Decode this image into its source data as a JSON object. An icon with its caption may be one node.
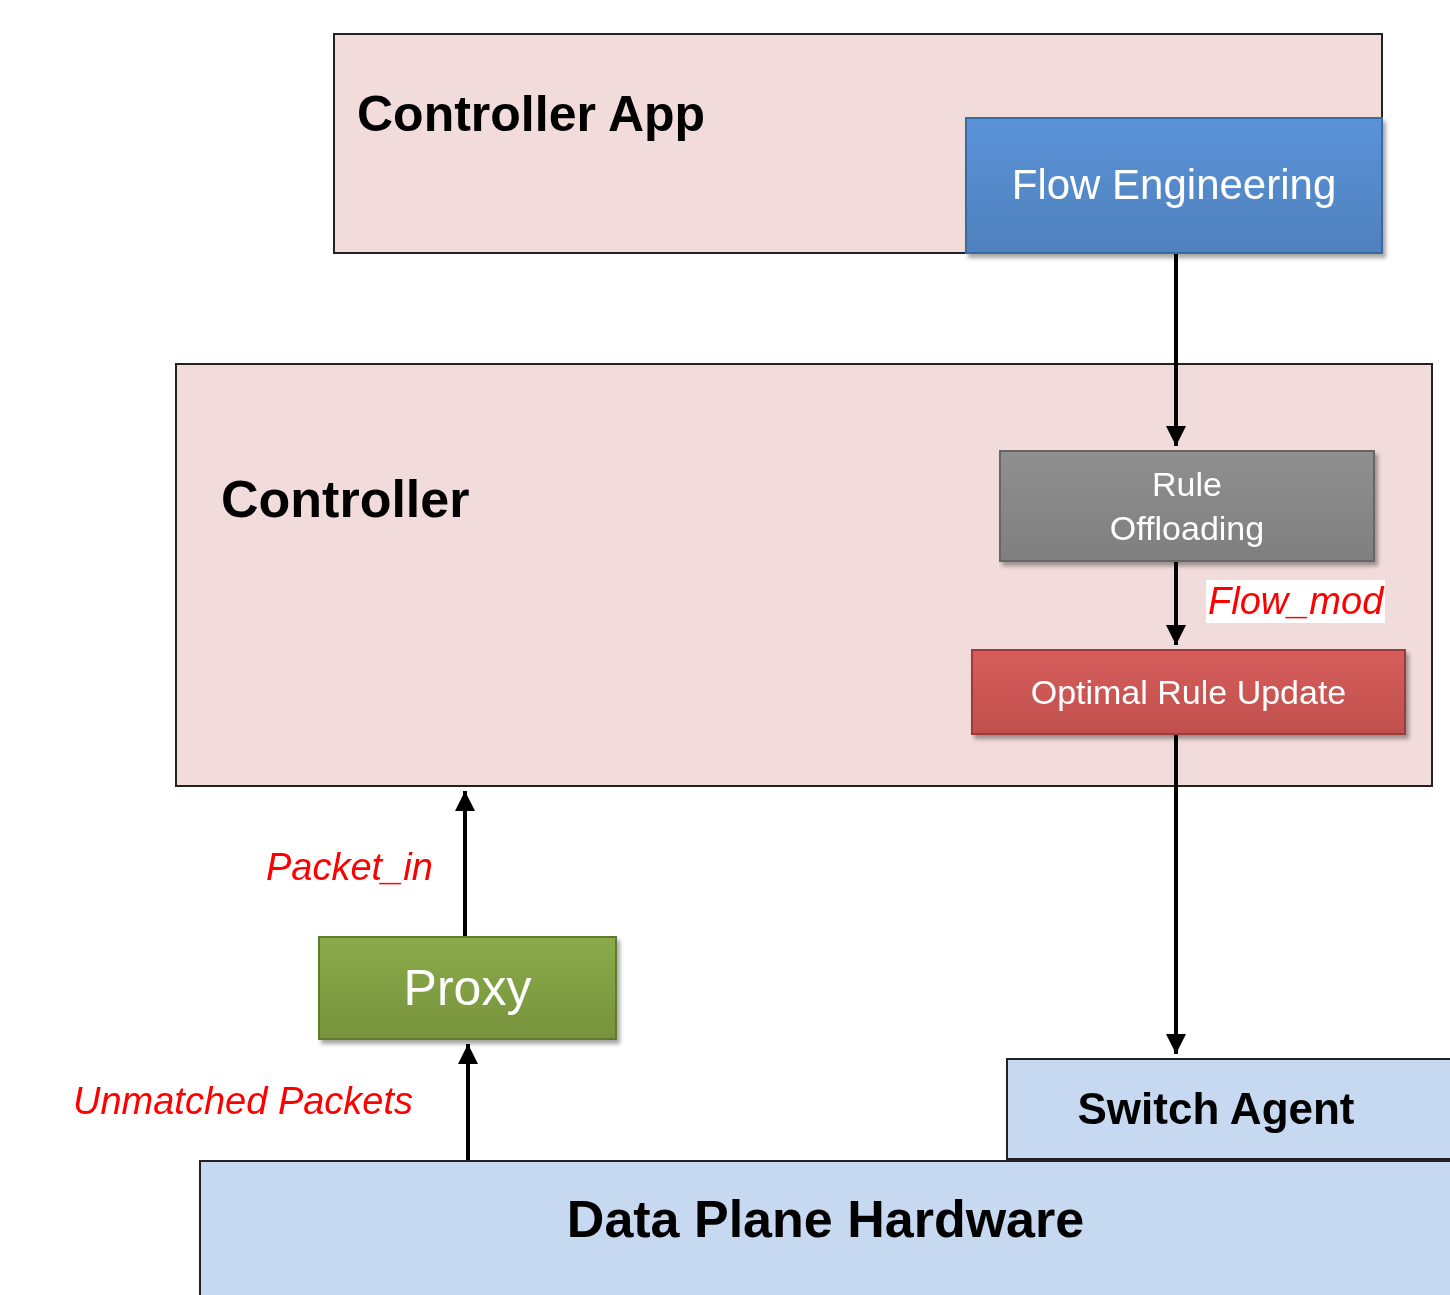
{
  "diagram": {
    "nodes": [
      {
        "text": [
          "Controller App"
        ]
      },
      {
        "text": [
          "Flow Engineering"
        ],
        "in": 0
      },
      {
        "text": [
          "Controller"
        ]
      },
      {
        "text": [
          "Rule Offloading"
        ],
        "in": 2
      },
      {
        "text": [
          "Optimal Rule Update"
        ],
        "in": 2
      },
      {
        "text": [
          "Proxy"
        ]
      },
      {
        "text": [
          "Switch Agent"
        ]
      },
      {
        "text": [
          "Data Plane Hardware"
        ]
      }
    ],
    "edges": [
      {
        "from": 1,
        "to": 3,
        "arrow": "to"
      },
      {
        "from": 3,
        "to": 4,
        "arrow": "to",
        "label": "Flow_mod"
      },
      {
        "from": 4,
        "to": 6,
        "arrow": "to"
      },
      {
        "from": 5,
        "to": 2,
        "arrow": "to",
        "label": "Packet_in"
      },
      {
        "from": 7,
        "to": 5,
        "arrow": "to",
        "label": "Unmatched Packets"
      }
    ]
  }
}
